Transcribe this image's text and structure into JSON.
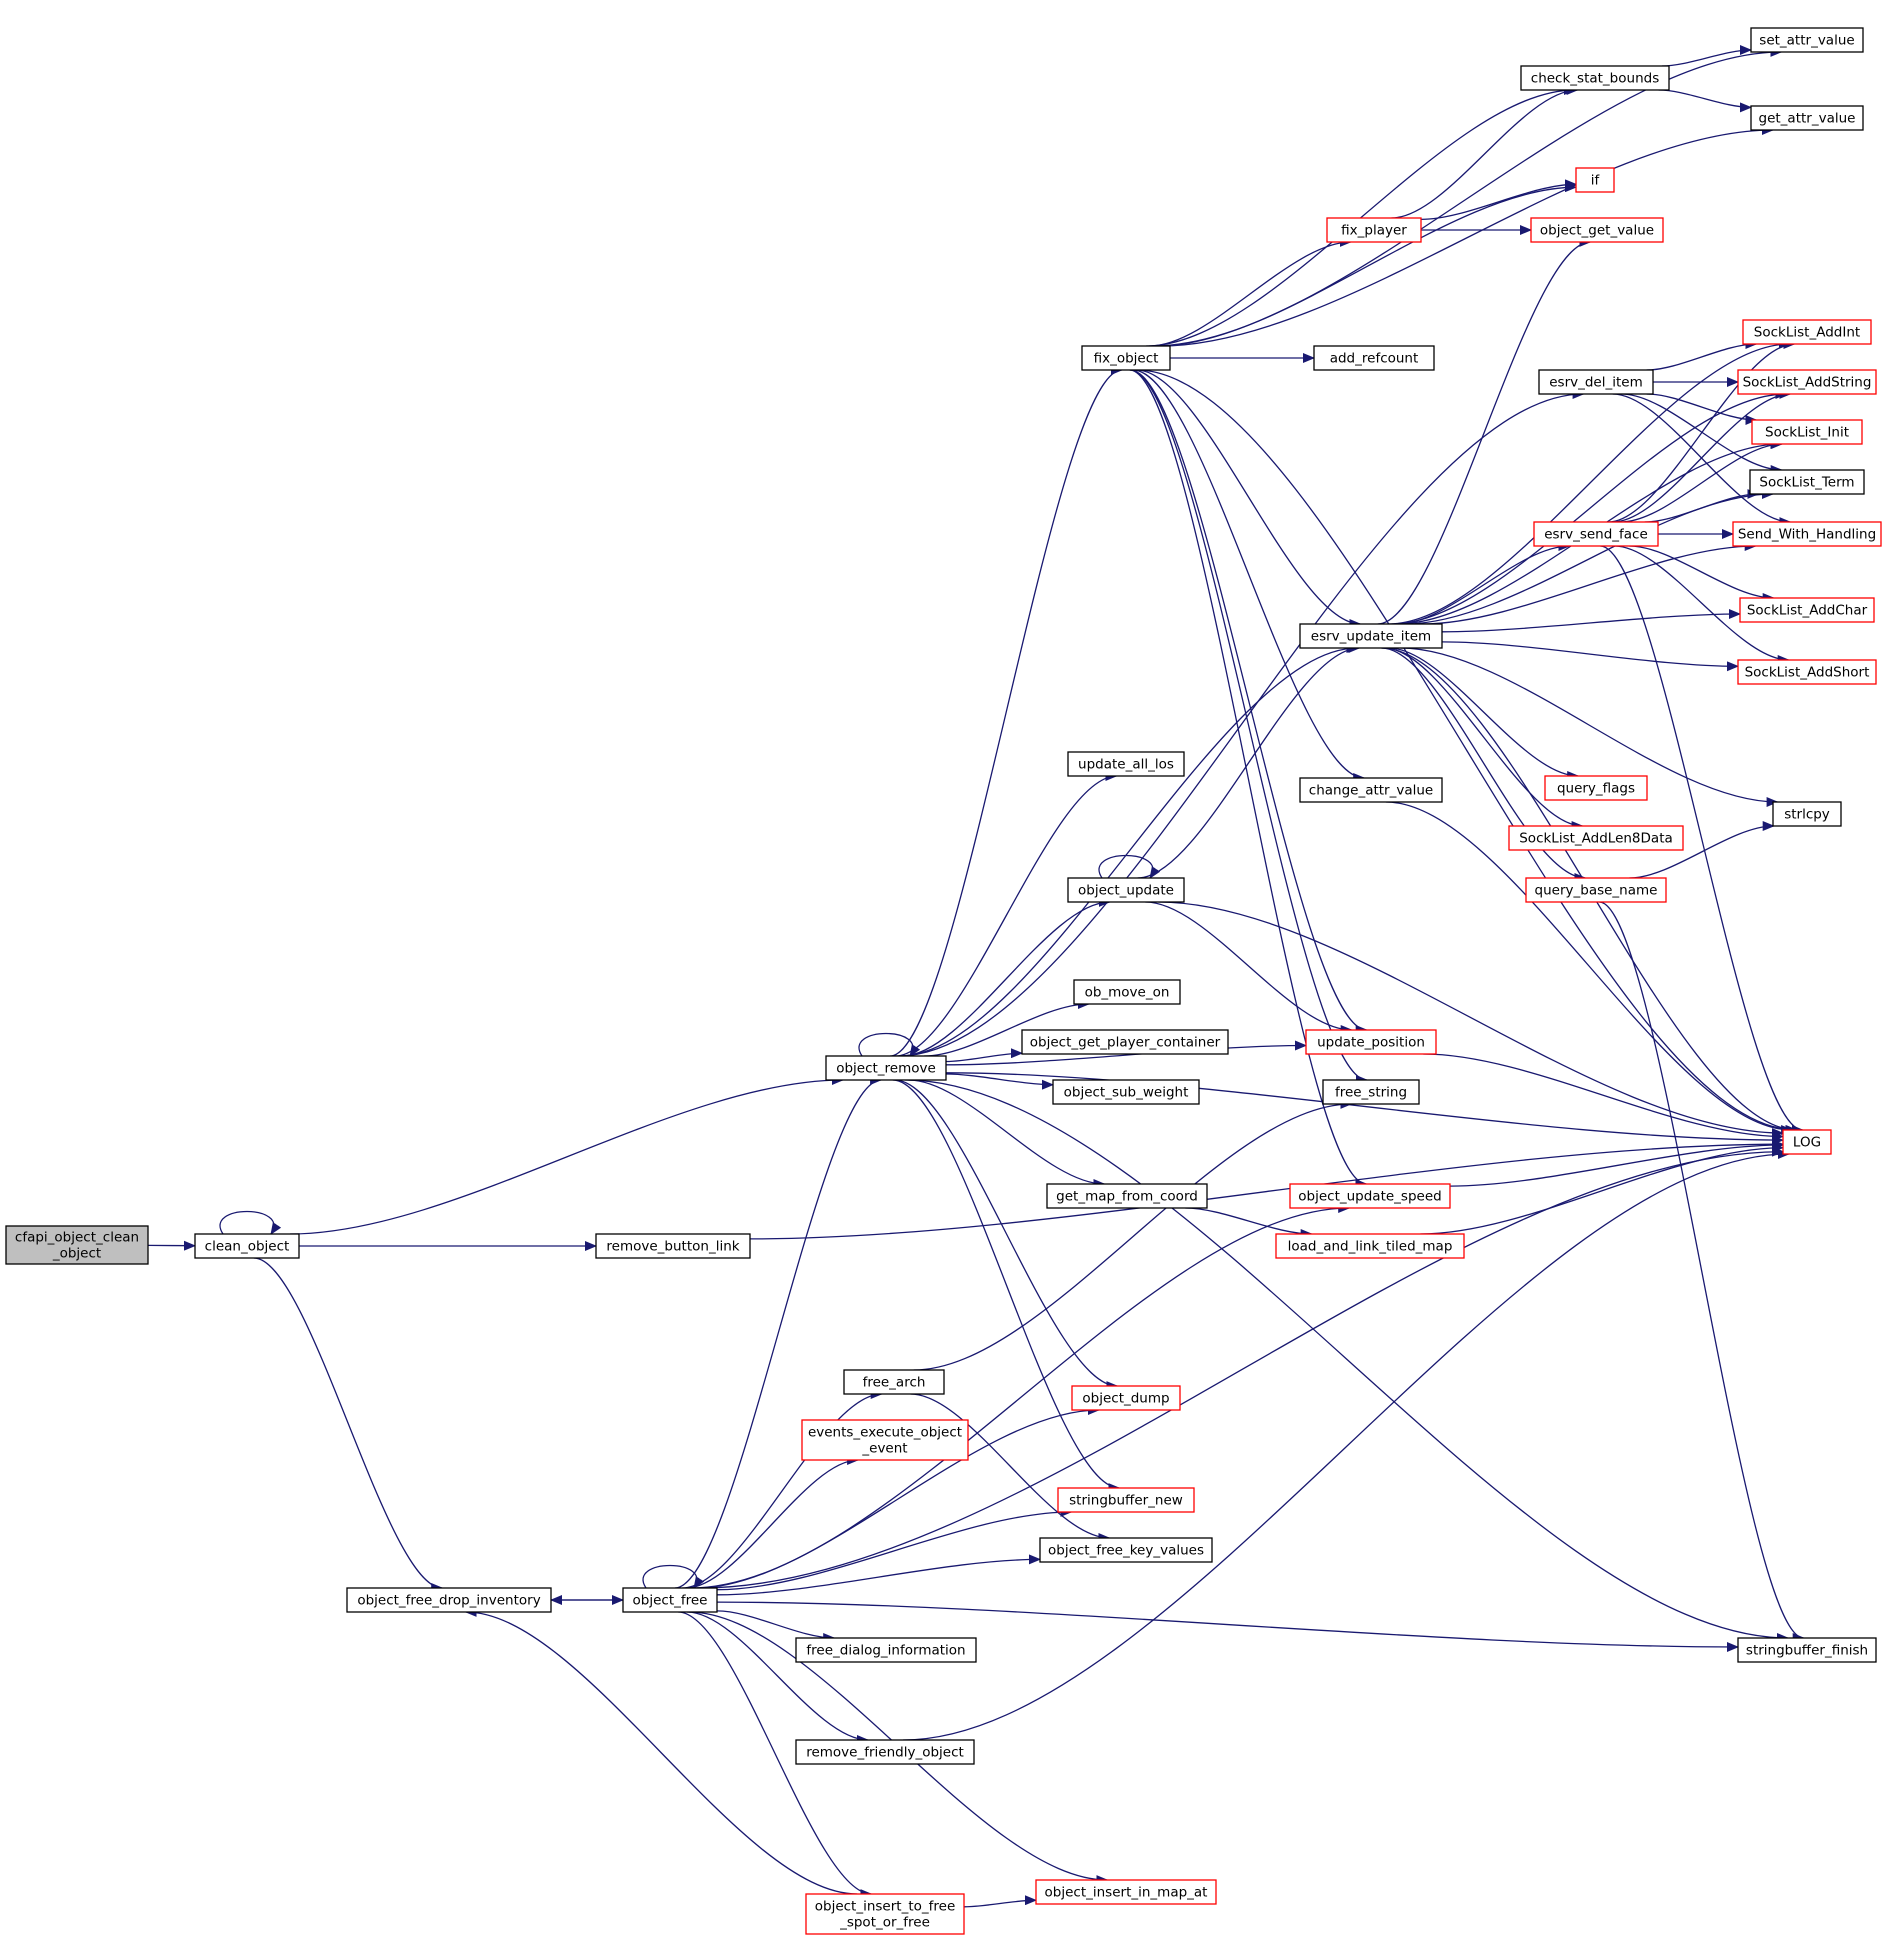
{
  "nodes": [
    {
      "id": "cfapi",
      "lines": [
        "cfapi_object_clean",
        "_object"
      ],
      "border": "root"
    },
    {
      "id": "clean_object",
      "lines": [
        "clean_object"
      ],
      "border": "black"
    },
    {
      "id": "object_remove",
      "lines": [
        "object_remove"
      ],
      "border": "black"
    },
    {
      "id": "remove_button_link",
      "lines": [
        "remove_button_link"
      ],
      "border": "black"
    },
    {
      "id": "object_free_drop_inventory",
      "lines": [
        "object_free_drop_inventory"
      ],
      "border": "black"
    },
    {
      "id": "object_free",
      "lines": [
        "object_free"
      ],
      "border": "black"
    },
    {
      "id": "fix_object",
      "lines": [
        "fix_object"
      ],
      "border": "black"
    },
    {
      "id": "update_all_los",
      "lines": [
        "update_all_los"
      ],
      "border": "black"
    },
    {
      "id": "object_update",
      "lines": [
        "object_update"
      ],
      "border": "black"
    },
    {
      "id": "ob_move_on",
      "lines": [
        "ob_move_on"
      ],
      "border": "black"
    },
    {
      "id": "object_get_player_container",
      "lines": [
        "object_get_player_container"
      ],
      "border": "black"
    },
    {
      "id": "object_sub_weight",
      "lines": [
        "object_sub_weight"
      ],
      "border": "black"
    },
    {
      "id": "get_map_from_coord",
      "lines": [
        "get_map_from_coord"
      ],
      "border": "black"
    },
    {
      "id": "free_arch",
      "lines": [
        "free_arch"
      ],
      "border": "black"
    },
    {
      "id": "object_dump",
      "lines": [
        "object_dump"
      ],
      "border": "red"
    },
    {
      "id": "events_execute_object_event",
      "lines": [
        "events_execute_object",
        "_event"
      ],
      "border": "red"
    },
    {
      "id": "stringbuffer_new",
      "lines": [
        "stringbuffer_new"
      ],
      "border": "red"
    },
    {
      "id": "object_free_key_values",
      "lines": [
        "object_free_key_values"
      ],
      "border": "black"
    },
    {
      "id": "free_dialog_information",
      "lines": [
        "free_dialog_information"
      ],
      "border": "black"
    },
    {
      "id": "remove_friendly_object",
      "lines": [
        "remove_friendly_object"
      ],
      "border": "black"
    },
    {
      "id": "object_insert_in_map_at",
      "lines": [
        "object_insert_in_map_at"
      ],
      "border": "red"
    },
    {
      "id": "object_insert_to_free_spot_or_free",
      "lines": [
        "object_insert_to_free",
        "_spot_or_free"
      ],
      "border": "red"
    },
    {
      "id": "fix_player",
      "lines": [
        "fix_player"
      ],
      "border": "red"
    },
    {
      "id": "add_refcount",
      "lines": [
        "add_refcount"
      ],
      "border": "black"
    },
    {
      "id": "esrv_update_item",
      "lines": [
        "esrv_update_item"
      ],
      "border": "black"
    },
    {
      "id": "change_attr_value",
      "lines": [
        "change_attr_value"
      ],
      "border": "black"
    },
    {
      "id": "update_position",
      "lines": [
        "update_position"
      ],
      "border": "red"
    },
    {
      "id": "free_string",
      "lines": [
        "free_string"
      ],
      "border": "black"
    },
    {
      "id": "object_update_speed",
      "lines": [
        "object_update_speed"
      ],
      "border": "red"
    },
    {
      "id": "load_and_link_tiled_map",
      "lines": [
        "load_and_link_tiled_map"
      ],
      "border": "red"
    },
    {
      "id": "check_stat_bounds",
      "lines": [
        "check_stat_bounds"
      ],
      "border": "black"
    },
    {
      "id": "if",
      "lines": [
        "if"
      ],
      "border": "red"
    },
    {
      "id": "object_get_value",
      "lines": [
        "object_get_value"
      ],
      "border": "red"
    },
    {
      "id": "esrv_del_item",
      "lines": [
        "esrv_del_item"
      ],
      "border": "black"
    },
    {
      "id": "esrv_send_face",
      "lines": [
        "esrv_send_face"
      ],
      "border": "red"
    },
    {
      "id": "query_flags",
      "lines": [
        "query_flags"
      ],
      "border": "red"
    },
    {
      "id": "SockList_AddLen8Data",
      "lines": [
        "SockList_AddLen8Data"
      ],
      "border": "red"
    },
    {
      "id": "query_base_name",
      "lines": [
        "query_base_name"
      ],
      "border": "red"
    },
    {
      "id": "set_attr_value",
      "lines": [
        "set_attr_value"
      ],
      "border": "black"
    },
    {
      "id": "get_attr_value",
      "lines": [
        "get_attr_value"
      ],
      "border": "black"
    },
    {
      "id": "SockList_AddInt",
      "lines": [
        "SockList_AddInt"
      ],
      "border": "red"
    },
    {
      "id": "SockList_AddString",
      "lines": [
        "SockList_AddString"
      ],
      "border": "red"
    },
    {
      "id": "SockList_Init",
      "lines": [
        "SockList_Init"
      ],
      "border": "red"
    },
    {
      "id": "SockList_Term",
      "lines": [
        "SockList_Term"
      ],
      "border": "black"
    },
    {
      "id": "Send_With_Handling",
      "lines": [
        "Send_With_Handling"
      ],
      "border": "red"
    },
    {
      "id": "SockList_AddChar",
      "lines": [
        "SockList_AddChar"
      ],
      "border": "red"
    },
    {
      "id": "SockList_AddShort",
      "lines": [
        "SockList_AddShort"
      ],
      "border": "red"
    },
    {
      "id": "strlcpy",
      "lines": [
        "strlcpy"
      ],
      "border": "black"
    },
    {
      "id": "LOG",
      "lines": [
        "LOG"
      ],
      "border": "red"
    },
    {
      "id": "stringbuffer_finish",
      "lines": [
        "stringbuffer_finish"
      ],
      "border": "black"
    }
  ],
  "edges": [
    [
      "cfapi",
      "clean_object"
    ],
    [
      "clean_object",
      "clean_object"
    ],
    [
      "clean_object",
      "object_remove"
    ],
    [
      "clean_object",
      "remove_button_link"
    ],
    [
      "clean_object",
      "object_free_drop_inventory"
    ],
    [
      "remove_button_link",
      "LOG"
    ],
    [
      "object_free_drop_inventory",
      "object_free"
    ],
    [
      "object_free",
      "object_free_drop_inventory"
    ],
    [
      "object_free",
      "object_free"
    ],
    [
      "object_free",
      "object_remove"
    ],
    [
      "object_free",
      "free_arch"
    ],
    [
      "object_free",
      "events_execute_object_event"
    ],
    [
      "object_free",
      "object_dump"
    ],
    [
      "object_free",
      "stringbuffer_new"
    ],
    [
      "object_free",
      "object_free_key_values"
    ],
    [
      "object_free",
      "free_dialog_information"
    ],
    [
      "object_free",
      "remove_friendly_object"
    ],
    [
      "object_free",
      "object_insert_to_free_spot_or_free"
    ],
    [
      "object_free",
      "object_insert_in_map_at"
    ],
    [
      "object_free",
      "object_update_speed"
    ],
    [
      "object_free",
      "LOG"
    ],
    [
      "object_free",
      "stringbuffer_finish"
    ],
    [
      "free_arch",
      "free_string"
    ],
    [
      "free_arch",
      "object_free_key_values"
    ],
    [
      "remove_friendly_object",
      "LOG"
    ],
    [
      "object_insert_to_free_spot_or_free",
      "object_insert_in_map_at"
    ],
    [
      "object_insert_to_free_spot_or_free",
      "object_free_drop_inventory"
    ],
    [
      "object_remove",
      "object_remove"
    ],
    [
      "object_remove",
      "fix_object"
    ],
    [
      "object_remove",
      "update_all_los"
    ],
    [
      "object_remove",
      "object_update"
    ],
    [
      "object_remove",
      "ob_move_on"
    ],
    [
      "object_remove",
      "object_get_player_container"
    ],
    [
      "object_remove",
      "object_sub_weight"
    ],
    [
      "object_remove",
      "get_map_from_coord"
    ],
    [
      "object_remove",
      "object_dump"
    ],
    [
      "object_remove",
      "stringbuffer_new"
    ],
    [
      "object_remove",
      "stringbuffer_finish"
    ],
    [
      "object_remove",
      "esrv_del_item"
    ],
    [
      "object_remove",
      "esrv_update_item"
    ],
    [
      "object_remove",
      "update_position"
    ],
    [
      "object_remove",
      "LOG"
    ],
    [
      "object_update",
      "object_update"
    ],
    [
      "object_update",
      "esrv_update_item"
    ],
    [
      "object_update",
      "update_position"
    ],
    [
      "object_update",
      "LOG"
    ],
    [
      "get_map_from_coord",
      "load_and_link_tiled_map"
    ],
    [
      "fix_object",
      "set_attr_value"
    ],
    [
      "fix_object",
      "check_stat_bounds"
    ],
    [
      "fix_object",
      "get_attr_value"
    ],
    [
      "fix_object",
      "if"
    ],
    [
      "fix_object",
      "fix_player"
    ],
    [
      "fix_object",
      "add_refcount"
    ],
    [
      "fix_object",
      "esrv_update_item"
    ],
    [
      "fix_object",
      "change_attr_value"
    ],
    [
      "fix_object",
      "update_position"
    ],
    [
      "fix_object",
      "free_string"
    ],
    [
      "fix_object",
      "object_update_speed"
    ],
    [
      "fix_object",
      "LOG"
    ],
    [
      "check_stat_bounds",
      "set_attr_value"
    ],
    [
      "check_stat_bounds",
      "get_attr_value"
    ],
    [
      "fix_player",
      "check_stat_bounds"
    ],
    [
      "fix_player",
      "if"
    ],
    [
      "fix_player",
      "object_get_value"
    ],
    [
      "change_attr_value",
      "LOG"
    ],
    [
      "update_position",
      "LOG"
    ],
    [
      "object_update_speed",
      "LOG"
    ],
    [
      "load_and_link_tiled_map",
      "LOG"
    ],
    [
      "esrv_update_item",
      "object_get_value"
    ],
    [
      "esrv_update_item",
      "SockList_AddInt"
    ],
    [
      "esrv_update_item",
      "SockList_AddString"
    ],
    [
      "esrv_update_item",
      "SockList_Init"
    ],
    [
      "esrv_update_item",
      "SockList_Term"
    ],
    [
      "esrv_update_item",
      "esrv_send_face"
    ],
    [
      "esrv_update_item",
      "Send_With_Handling"
    ],
    [
      "esrv_update_item",
      "SockList_AddChar"
    ],
    [
      "esrv_update_item",
      "SockList_AddShort"
    ],
    [
      "esrv_update_item",
      "strlcpy"
    ],
    [
      "esrv_update_item",
      "query_flags"
    ],
    [
      "esrv_update_item",
      "SockList_AddLen8Data"
    ],
    [
      "esrv_update_item",
      "query_base_name"
    ],
    [
      "esrv_update_item",
      "LOG"
    ],
    [
      "esrv_del_item",
      "SockList_AddInt"
    ],
    [
      "esrv_del_item",
      "SockList_AddString"
    ],
    [
      "esrv_del_item",
      "SockList_Init"
    ],
    [
      "esrv_del_item",
      "SockList_Term"
    ],
    [
      "esrv_del_item",
      "Send_With_Handling"
    ],
    [
      "esrv_send_face",
      "SockList_AddInt"
    ],
    [
      "esrv_send_face",
      "SockList_AddString"
    ],
    [
      "esrv_send_face",
      "SockList_Init"
    ],
    [
      "esrv_send_face",
      "SockList_Term"
    ],
    [
      "esrv_send_face",
      "Send_With_Handling"
    ],
    [
      "esrv_send_face",
      "SockList_AddChar"
    ],
    [
      "esrv_send_face",
      "SockList_AddShort"
    ],
    [
      "esrv_send_face",
      "LOG"
    ],
    [
      "query_base_name",
      "strlcpy"
    ],
    [
      "query_base_name",
      "stringbuffer_finish"
    ]
  ],
  "colors": {
    "edge": "#191970",
    "node_border": "#000000",
    "node_border_red": "#ff0000",
    "root_fill": "#bfbfbf"
  }
}
